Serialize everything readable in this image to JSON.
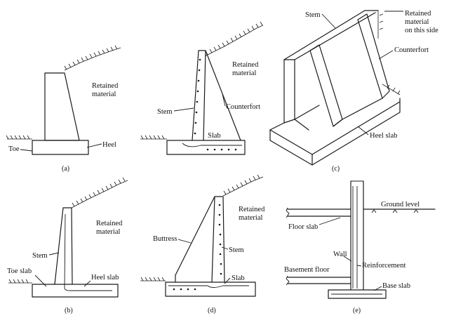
{
  "figure": {
    "a": {
      "caption": "(a)",
      "labels": {
        "retained": "Retained material",
        "heel": "Heel",
        "toe": "Toe"
      }
    },
    "b": {
      "caption": "(b)",
      "labels": {
        "retained": "Retained material",
        "stem": "Stem",
        "toe_slab": "Toe slab",
        "heel_slab": "Heel slab"
      }
    },
    "c": {
      "caption": "(c)",
      "labels": {
        "stem": "Stem",
        "retained": "Retained material on this side",
        "counterfort": "Counterfort",
        "heel_slab": "Heel slab"
      }
    },
    "d_top": {
      "labels": {
        "retained": "Retained material",
        "stem": "Stem",
        "counterfort": "Counterfort",
        "slab": "Slab"
      }
    },
    "d": {
      "caption": "(d)",
      "labels": {
        "retained": "Retained material",
        "buttress": "Buttress",
        "stem": "Stem",
        "slab": "Slab"
      }
    },
    "e": {
      "caption": "(e)",
      "labels": {
        "ground_level": "Ground level",
        "floor_slab": "Floor slab",
        "wall": "Wall",
        "reinforcement": "Reinforcement",
        "basement_floor": "Basement floor",
        "base_slab": "Base slab"
      }
    }
  }
}
